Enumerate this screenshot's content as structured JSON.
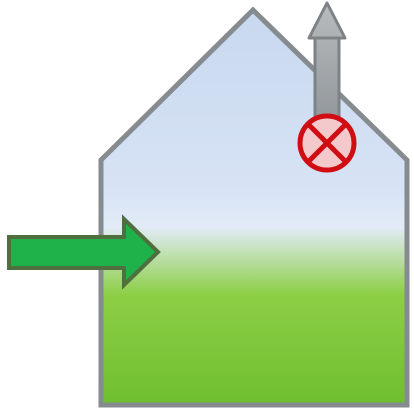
{
  "diagram": {
    "house": {
      "outline_color": "#858b8f",
      "air_color_top": "#c8d8ef",
      "air_color_mid": "#e2ebf7",
      "ground_color": "#8ccf46",
      "ground_color_dark": "#6fbe30"
    },
    "inflow_arrow": {
      "fill_color": "#20b24a",
      "stroke_color": "#4f6f3f",
      "direction": "right"
    },
    "exhaust_arrow": {
      "fill_color": "#9a9fa3",
      "stroke_color": "#7d8286",
      "direction": "up"
    },
    "closed_valve": {
      "fill_color": "#f3c9cc",
      "stroke_color": "#d10d14",
      "state": "closed"
    }
  }
}
